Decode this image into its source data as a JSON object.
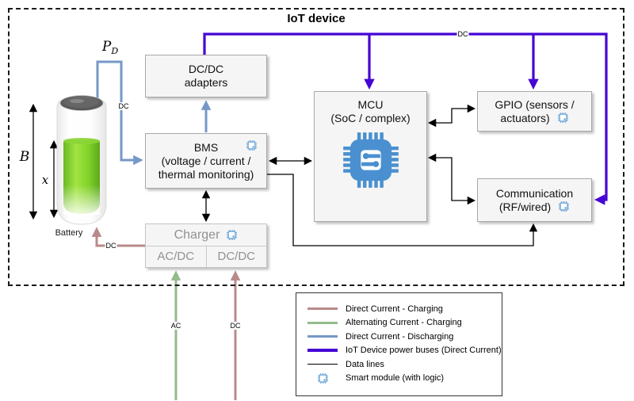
{
  "title": "IoT device",
  "colors": {
    "dc_charging": "#b98a8a",
    "ac_charging": "#93bb8b",
    "dc_discharging": "#7598c8",
    "power_bus": "#4506d4",
    "data_line": "#000000",
    "smart_module": "#5b9bd5"
  },
  "battery": {
    "caption": "Battery",
    "capacity_label": "B",
    "charge_level_label": "x",
    "power_label_base": "P",
    "power_label_sub": "D"
  },
  "boxes": {
    "dcdc_adapters": {
      "line1": "DC/DC",
      "line2": "adapters"
    },
    "bms": {
      "line1": "BMS",
      "line2": "(voltage / current /",
      "line3": "thermal monitoring)"
    },
    "charger": {
      "title": "Charger",
      "cell_acdc": "AC/DC",
      "cell_dcdc": "DC/DC"
    },
    "mcu": {
      "line1": "MCU",
      "line2": "(SoC / complex)"
    },
    "gpio": {
      "line1": "GPIO (sensors /",
      "line2": "actuators)"
    },
    "communication": {
      "line1": "Communication",
      "line2": "(RF/wired)"
    }
  },
  "wire_labels": {
    "discharge": "DC",
    "battery_charge": "DC",
    "bus": "DC",
    "external_ac": "AC",
    "external_dc": "DC"
  },
  "legend": {
    "items": [
      {
        "label": "Direct Current - Charging"
      },
      {
        "label": "Alternating Current - Charging"
      },
      {
        "label": "Direct Current - Discharging"
      },
      {
        "label": "IoT Device power buses (Direct Current)"
      },
      {
        "label": "Data lines"
      },
      {
        "label": "Smart module (with logic)"
      }
    ]
  }
}
